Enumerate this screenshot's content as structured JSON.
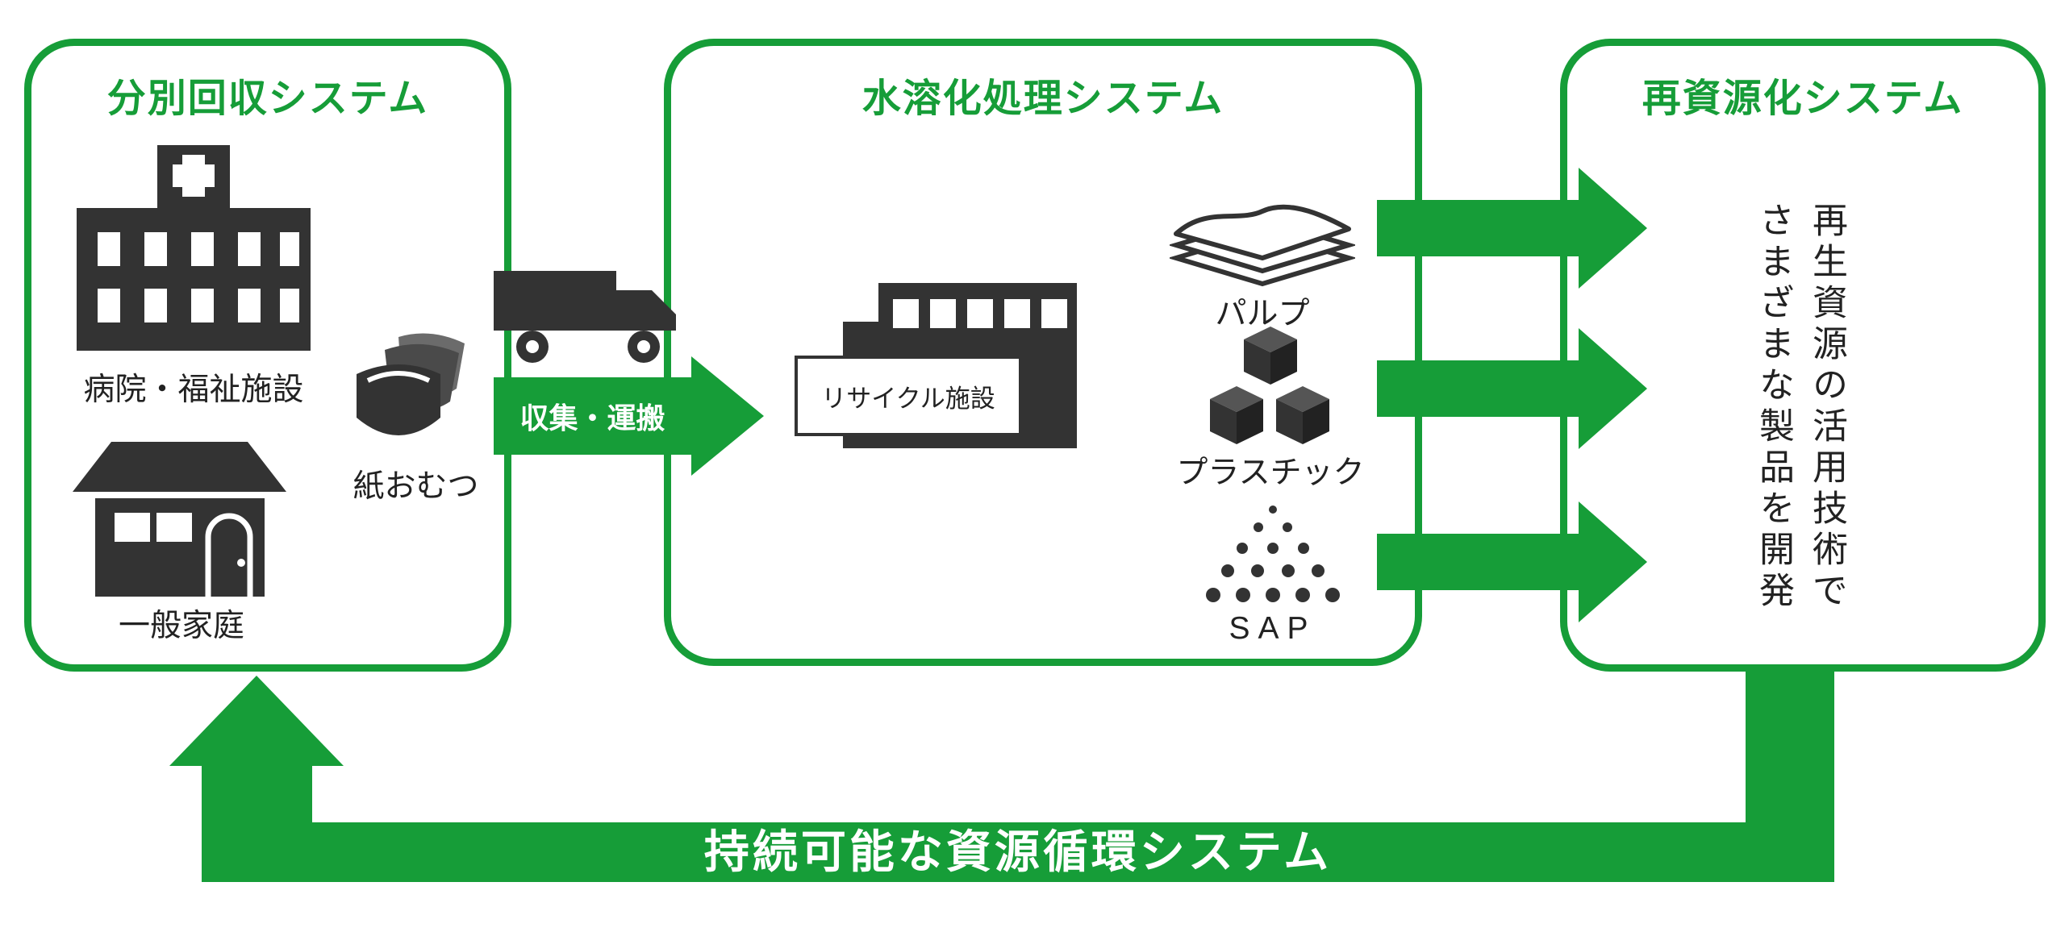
{
  "colors": {
    "green": "#169d38",
    "icon_dark": "#333333",
    "white": "#ffffff"
  },
  "box1": {
    "title": "分別回収システム",
    "hospital_label": "病院・福祉施設",
    "diaper_label": "紙おむつ",
    "house_label": "一般家庭"
  },
  "transport": {
    "label": "収集・運搬"
  },
  "box2": {
    "title": "水溶化処理システム",
    "facility_label": "リサイクル施設",
    "outputs": [
      {
        "label": "パルプ",
        "icon": "pulp-icon"
      },
      {
        "label": "プラスチック",
        "icon": "plastic-icon"
      },
      {
        "label": "SAP",
        "icon": "sap-icon"
      }
    ]
  },
  "box3": {
    "title": "再資源化システム",
    "vertical_text": [
      "再生資源の活用技術で",
      "さまざまな製品を開発"
    ]
  },
  "loop": {
    "label": "持続可能な資源循環システム"
  }
}
